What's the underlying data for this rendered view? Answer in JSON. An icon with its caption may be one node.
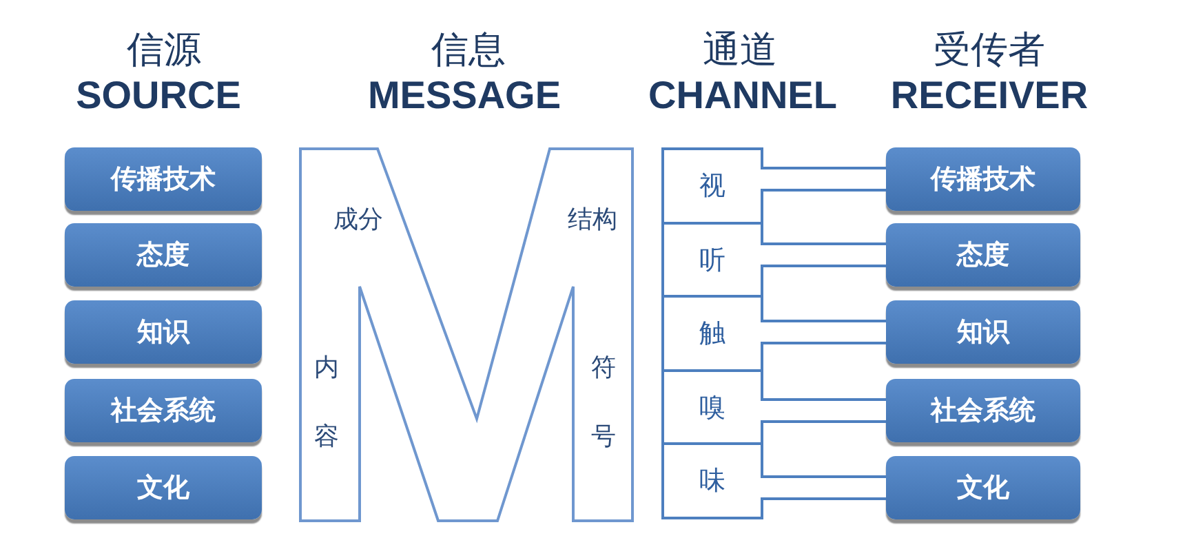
{
  "diagram": {
    "nodes": [
      {
        "text": [
          "传播技术"
        ]
      },
      {
        "text": [
          "态度"
        ]
      },
      {
        "text": [
          "知识"
        ]
      },
      {
        "text": [
          "社会系统"
        ]
      },
      {
        "text": [
          "文化"
        ]
      },
      {
        "text": [
          "成分",
          "结构",
          "内容",
          "符号"
        ]
      },
      {
        "text": [
          "视"
        ]
      },
      {
        "text": [
          "听"
        ]
      },
      {
        "text": [
          "触"
        ]
      },
      {
        "text": [
          "嗅"
        ]
      },
      {
        "text": [
          "味"
        ]
      },
      {
        "text": [
          "传播技术"
        ]
      },
      {
        "text": [
          "态度"
        ]
      },
      {
        "text": [
          "知识"
        ]
      },
      {
        "text": [
          "社会系统"
        ]
      },
      {
        "text": [
          "文化"
        ]
      }
    ],
    "edges": [
      {
        "from": 6,
        "to": 11,
        "arrow": "none"
      },
      {
        "from": 7,
        "to": 12,
        "arrow": "none"
      },
      {
        "from": 8,
        "to": 13,
        "arrow": "none"
      },
      {
        "from": 9,
        "to": 14,
        "arrow": "none"
      },
      {
        "from": 10,
        "to": 15,
        "arrow": "none"
      }
    ],
    "labels": [
      "信源",
      "SOURCE",
      "信息",
      "MESSAGE",
      "通道",
      "CHANNEL",
      "受传者",
      "RECEIVER"
    ]
  }
}
